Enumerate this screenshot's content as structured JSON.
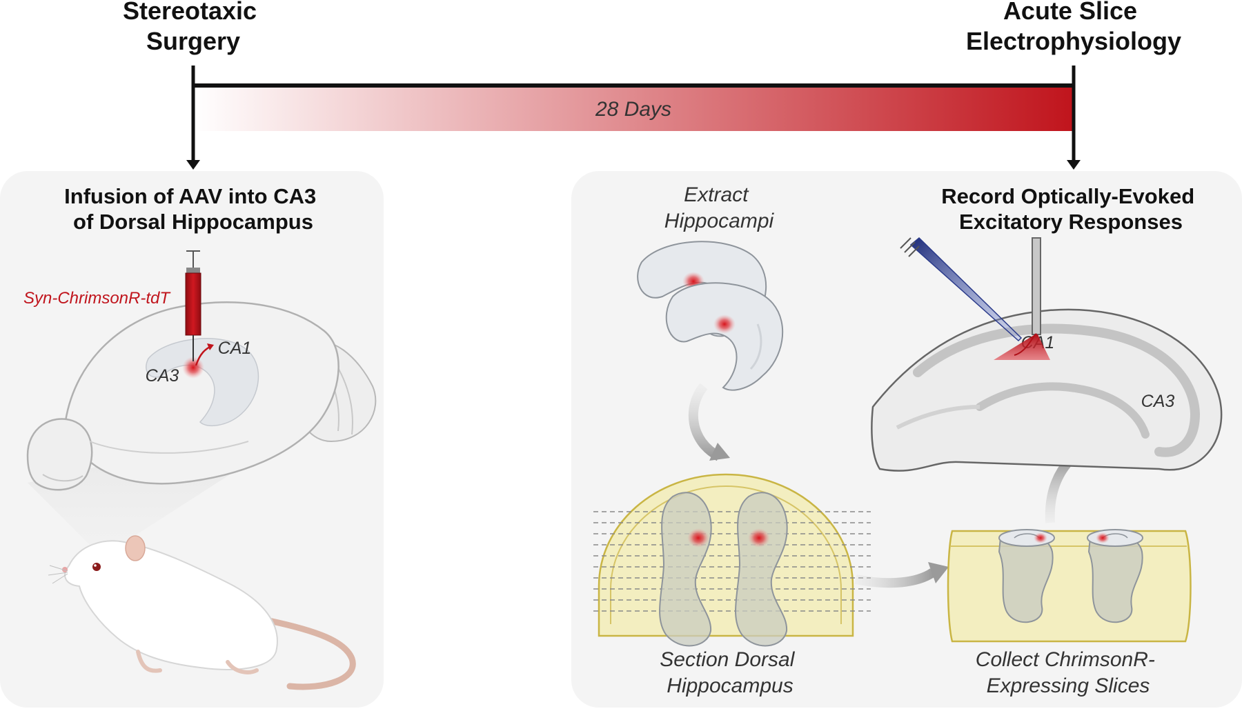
{
  "timeline": {
    "start_label": [
      "Stereotaxic",
      "Surgery"
    ],
    "end_label": [
      "Acute Slice",
      "Electrophysiology"
    ],
    "duration_label": "28 Days"
  },
  "left_panel": {
    "title": [
      "Infusion of AAV into CA3",
      "of Dorsal Hippocampus"
    ],
    "virus_label": "Syn-ChrimsonR-tdT",
    "region_ca1": "CA1",
    "region_ca3": "CA3"
  },
  "right_panel": {
    "extract_label": [
      "Extract",
      "Hippocampi"
    ],
    "record_title": [
      "Record Optically-Evoked",
      "Excitatory Responses"
    ],
    "slice_ca1": "CA1",
    "slice_ca3": "CA3",
    "section_label": [
      "Section Dorsal",
      "Hippocampus"
    ],
    "collect_label": [
      "Collect ChrimsonR-",
      "Expressing Slices"
    ]
  },
  "colors": {
    "accent_red": "#c0141c",
    "panel_bg": "#f4f4f4",
    "agar_yellow": "#f3eec0",
    "agar_edge": "#c9b544",
    "electrode_blue": "#3a4fa0"
  }
}
